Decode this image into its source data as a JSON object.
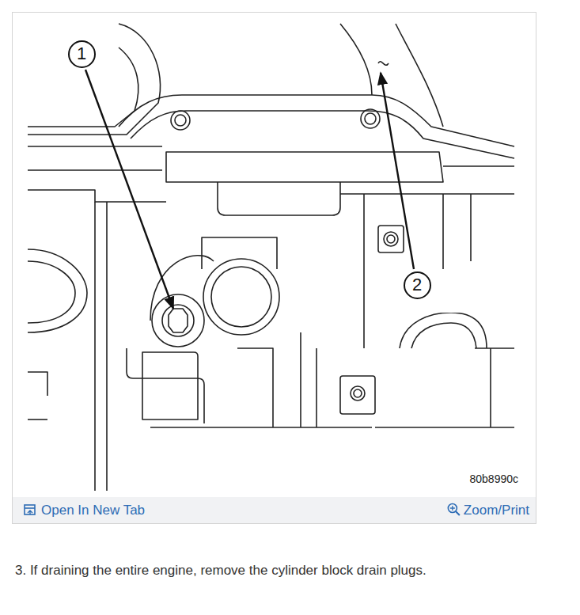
{
  "diagram": {
    "nodes": [
      {
        "text": [
          "1"
        ]
      },
      {
        "text": [
          "2"
        ]
      },
      {
        "text": [
          "Open In New Tab",
          "Zoom/Print"
        ]
      }
    ],
    "labels": [
      "80b8990c",
      "3. If draining the entire engine, remove the cylinder block drain plugs."
    ]
  }
}
